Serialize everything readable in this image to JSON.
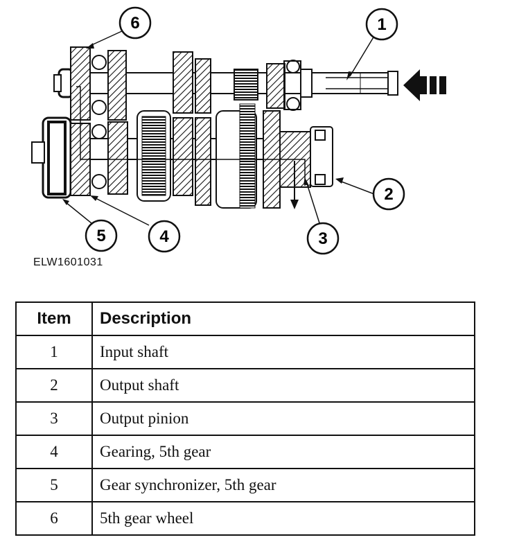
{
  "figure": {
    "reference_code": "ELW1601031",
    "callouts": [
      "1",
      "2",
      "3",
      "4",
      "5",
      "6"
    ]
  },
  "table": {
    "headers": {
      "item": "Item",
      "description": "Description"
    },
    "rows": [
      {
        "item": "1",
        "description": "Input shaft"
      },
      {
        "item": "2",
        "description": "Output shaft"
      },
      {
        "item": "3",
        "description": "Output pinion"
      },
      {
        "item": "4",
        "description": "Gearing, 5th gear"
      },
      {
        "item": "5",
        "description": "Gear synchronizer, 5th gear"
      },
      {
        "item": "6",
        "description": "5th gear wheel"
      }
    ]
  }
}
